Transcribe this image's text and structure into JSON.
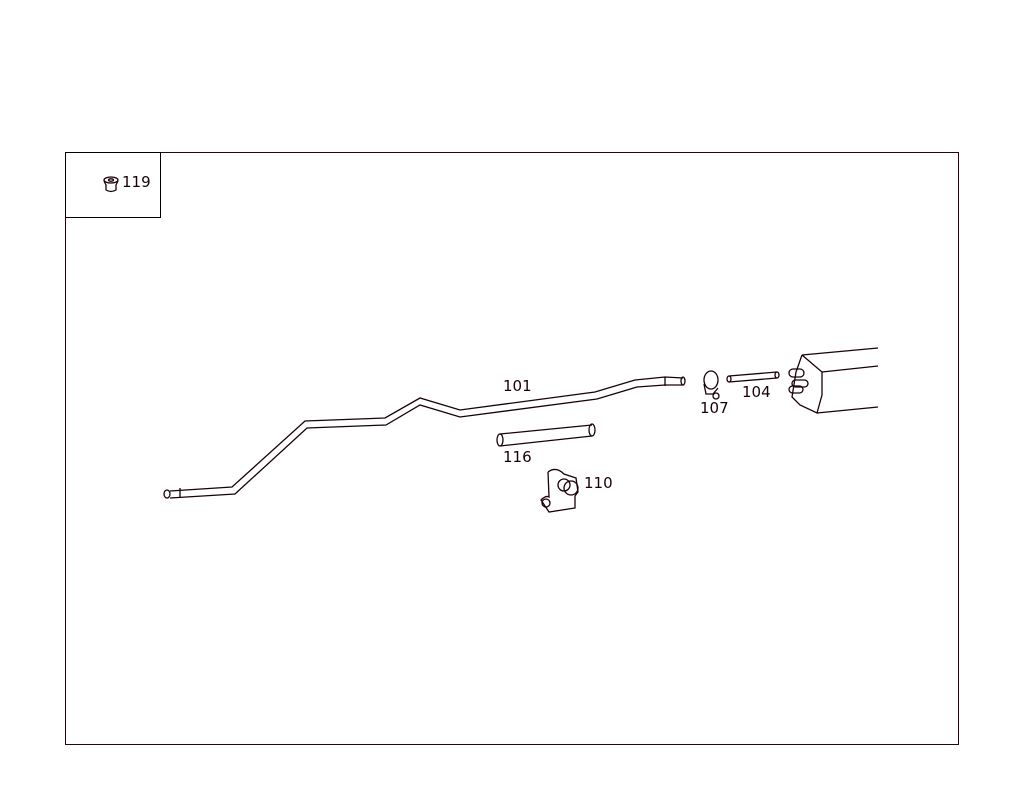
{
  "diagram": {
    "line_color": "#1a0008",
    "accent_color": "#c8003c",
    "inset_part": {
      "label": "119",
      "icon": "grommet-icon"
    },
    "parts": [
      {
        "label": "101",
        "name": "fuel-line"
      },
      {
        "label": "107",
        "name": "hose-clamp"
      },
      {
        "label": "104",
        "name": "hose"
      },
      {
        "label": "116",
        "name": "hose"
      },
      {
        "label": "110",
        "name": "clip"
      }
    ]
  }
}
